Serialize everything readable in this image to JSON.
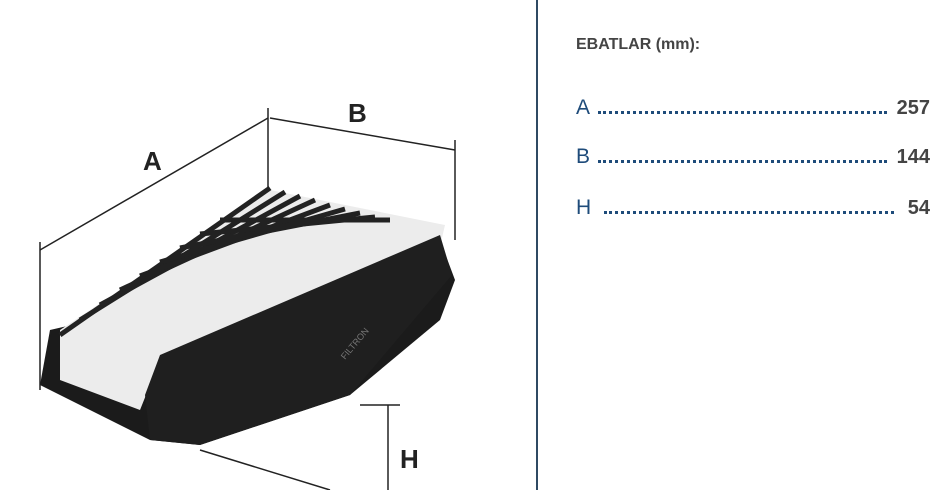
{
  "diagram": {
    "label_a": "A",
    "label_b": "B",
    "label_h": "H",
    "brand_mark": "FILTRON"
  },
  "dimensions": {
    "title": "EBATLAR (mm):",
    "rows": [
      {
        "label": "A",
        "value": "257"
      },
      {
        "label": "B",
        "value": "144"
      },
      {
        "label": "H",
        "value": "54"
      }
    ]
  }
}
